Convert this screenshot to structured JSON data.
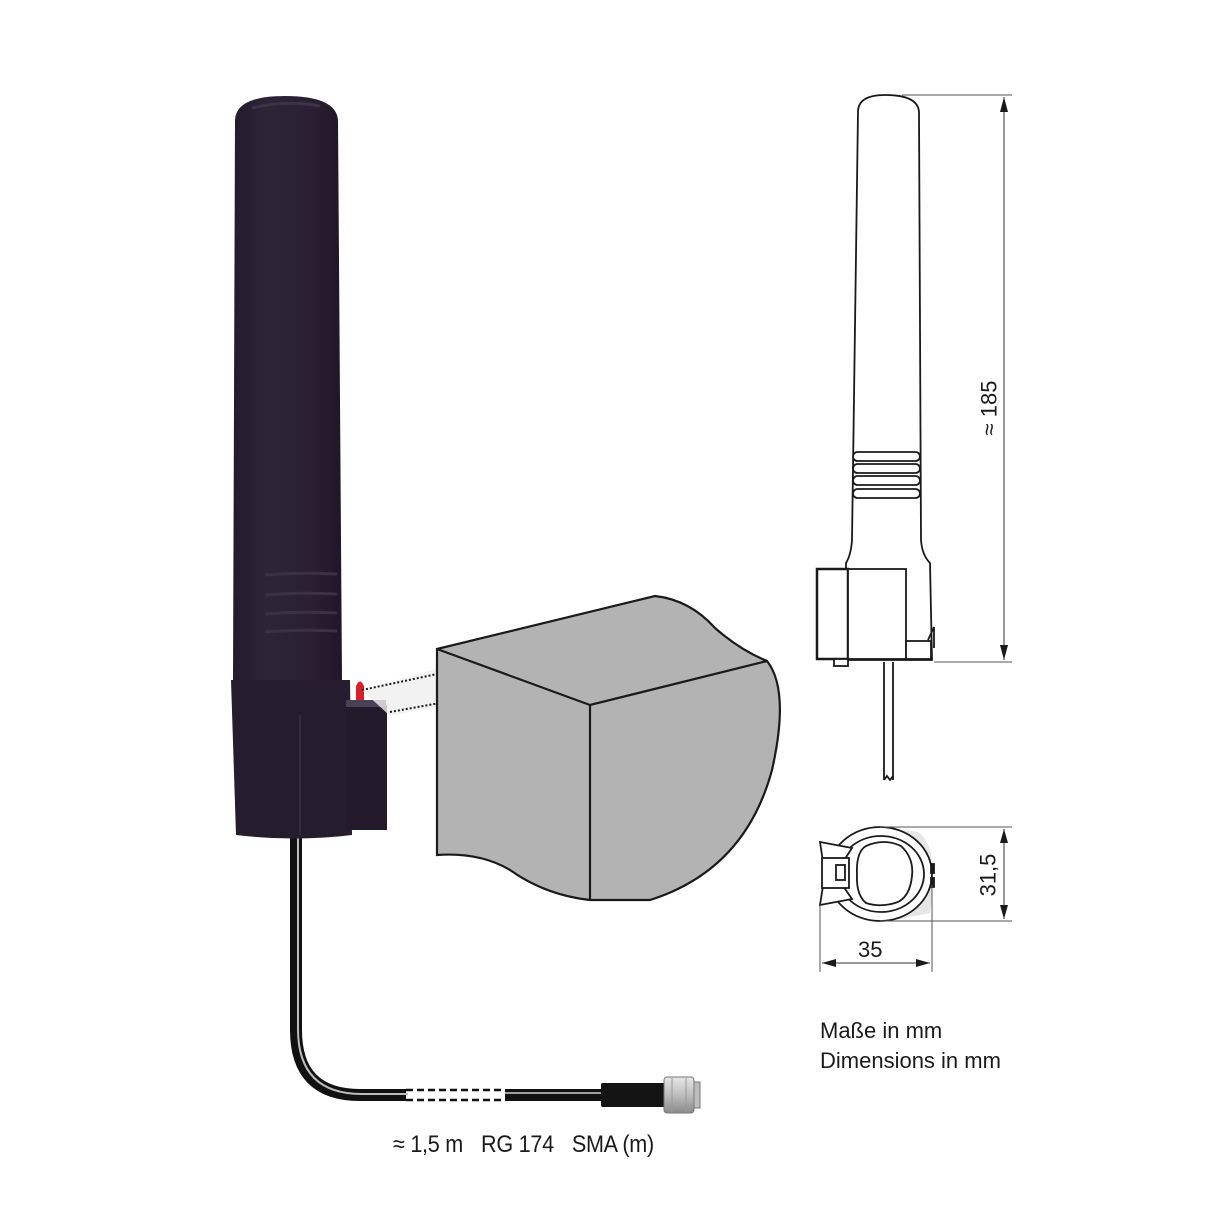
{
  "figure": {
    "type": "product-technical-drawing",
    "subject": "stick antenna with clip mount and coaxial cable"
  },
  "cable_spec": {
    "length": "≈ 1,5 m",
    "cable_type": "RG 174",
    "connector": "SMA (m)"
  },
  "dimensions": {
    "height": "≈ 185",
    "depth": "31,5",
    "width": "35"
  },
  "units_note": {
    "line_de": "Maße in mm",
    "line_en": "Dimensions in mm"
  },
  "colors": {
    "antenna_body": "#2a2033",
    "mount_surface": "#b3b3b3",
    "clip_tab": "#d8202a",
    "outline": "#1a1a1a",
    "cable": "#1e1e1e",
    "connector": "#c9c9c9"
  }
}
